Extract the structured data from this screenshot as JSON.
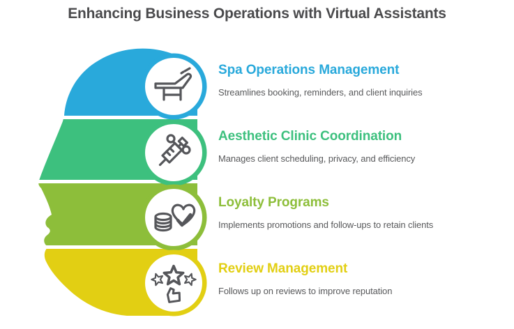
{
  "title": "Enhancing Business Operations with Virtual Assistants",
  "title_color": "#4A4A4C",
  "description_color": "#58595B",
  "icon_color": "#55565A",
  "sections": [
    {
      "heading": "Spa Operations Management",
      "description": "Streamlines booking, reminders, and client inquiries",
      "color": "#29A9DB",
      "icon": "spa-bed-icon"
    },
    {
      "heading": "Aesthetic Clinic Coordination",
      "description": "Manages client scheduling, privacy, and efficiency",
      "color": "#3DC07E",
      "icon": "syringe-icon"
    },
    {
      "heading": "Loyalty Programs",
      "description": "Implements promotions and follow-ups to retain clients",
      "color": "#8DBE3A",
      "icon": "heart-coins-check-icon"
    },
    {
      "heading": "Review Management",
      "description": "Follows up on reviews to improve reputation",
      "color": "#E2CF13",
      "icon": "stars-thumbs-up-icon"
    }
  ]
}
